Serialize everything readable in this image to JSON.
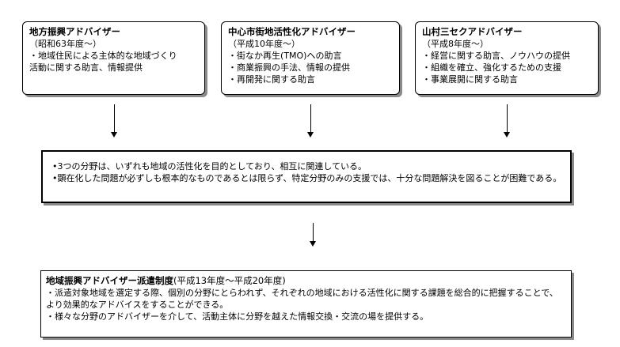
{
  "advisors": [
    {
      "title": "地方振興アドバイザー",
      "period": "（昭和63年度～）",
      "lines": [
        "・地域住民による主体的な地域づくり",
        "活動に関する助言、情報提供"
      ]
    },
    {
      "title": "中心市街地活性化アドバイザー",
      "period": "（平成10年度～）",
      "lines": [
        "・街なか再生(TMO)への助言",
        "・商業振興の手法、情報の提供",
        "・再開発に関する助言"
      ]
    },
    {
      "title": "山村三セクアドバイザー",
      "period": "（平成8年度～）",
      "lines": [
        "・経営に関する助言、ノウハウの提供",
        "・組織を確立、強化するための支援",
        "・事業展開に関する助言"
      ]
    }
  ],
  "summary": {
    "lines": [
      "•3つの分野は、いずれも地域の活性化を目的としており、相互に関連している。",
      "•顕在化した問題が必ずしも根本的なものであるとは限らず、特定分野のみの支援では、十分な問題解決を図ることが困難である。"
    ]
  },
  "program": {
    "title": "地域振興アドバイザー派遣制度",
    "period": "(平成13年度～平成20年度)",
    "lines": [
      "・派遣対象地域を選定する際、個別の分野にとらわれず、それぞれの地域における活性化に関する課題を総合的に把握することで、より効果的なアドバイスをすることができる。",
      "・様々な分野のアドバイザーを介して、活動主体に分野を越えた情報交換・交流の場を提供する。"
    ]
  }
}
